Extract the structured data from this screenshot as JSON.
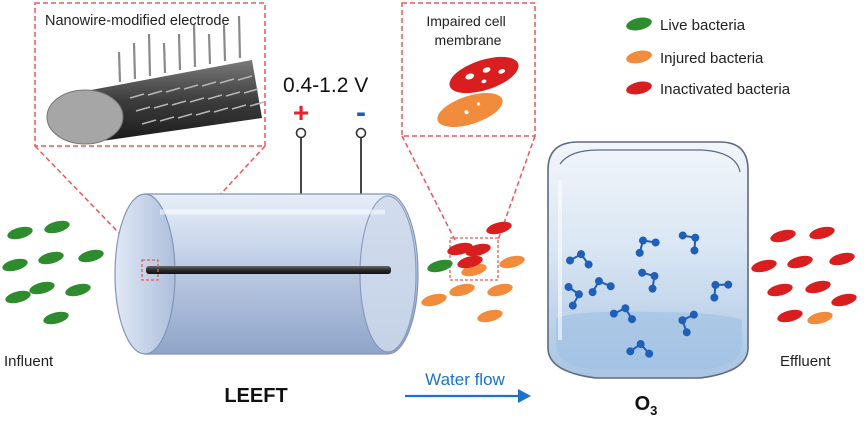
{
  "inset_electrode": {
    "label": "Nanowire-modified electrode"
  },
  "inset_membrane": {
    "label_line1": "Impaired cell",
    "label_line2": "membrane"
  },
  "voltage": {
    "label": "0.4-1.2 V",
    "plus": "+",
    "minus": "-"
  },
  "legend": {
    "items": [
      {
        "label": "Live bacteria",
        "color": "#2e8b2e"
      },
      {
        "label": "Injured bacteria",
        "color": "#f08c3c"
      },
      {
        "label": "Inactivated bacteria",
        "color": "#d81e1e"
      }
    ]
  },
  "labels": {
    "influent": "Influent",
    "effluent": "Effluent",
    "leeft": "LEEFT",
    "water_flow": "Water flow",
    "ozone_main": "O",
    "ozone_sub": "3"
  },
  "colors": {
    "accent_red": "#e8212a",
    "dashed_red": "#e85a5a",
    "water_flow_blue": "#1a73c8",
    "molecule_blue": "#1f5fb8"
  }
}
